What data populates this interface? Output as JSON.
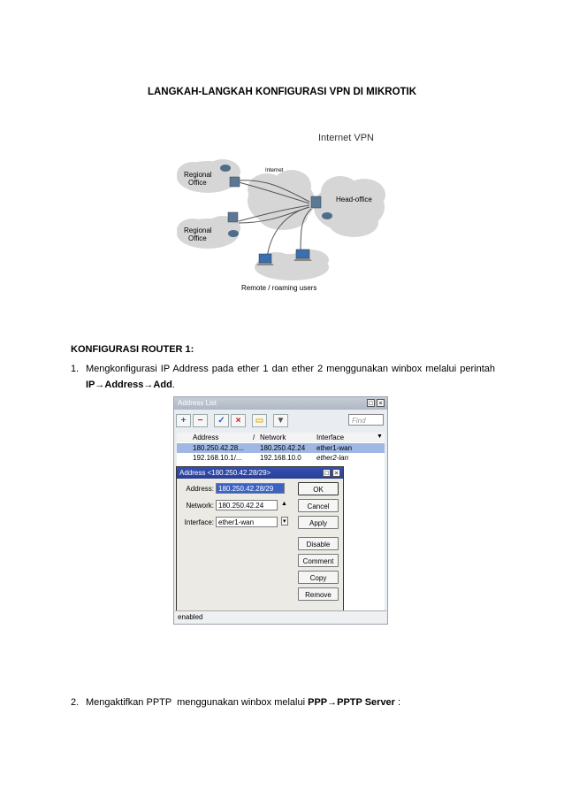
{
  "document": {
    "title": "LANGKAH-LANGKAH KONFIGURASI VPN DI MIKROTIK",
    "section_heading": "KONFIGURASI ROUTER 1:",
    "step1": {
      "number": "1.",
      "text": "Mengkonfigurasi IP Address pada ether 1 dan ether 2 menggunakan winbox melalui perintah",
      "path": "IP→Address→Add",
      "path_suffix": "."
    },
    "step2": {
      "number": "2.",
      "text": "Mengaktifkan PPTP  menggunakan winbox melalui ",
      "path": "PPP→PPTP Server",
      "path_suffix": " :"
    }
  },
  "diagram": {
    "title": "Internet VPN",
    "internet_label": "Internet",
    "regional_office_1": [
      "Regional",
      "Office"
    ],
    "regional_office_2": [
      "Regional",
      "Office"
    ],
    "head_office": "Head-office",
    "remote_users": "Remote / roaming users"
  },
  "winbox": {
    "window_title": "Address List",
    "find_placeholder": "Find",
    "columns": [
      "Address",
      "/",
      "Network",
      "Interface"
    ],
    "rows": [
      {
        "address": "180.250.42.28...",
        "network": "180.250.42.24",
        "interface": "ether1-wan",
        "selected": true
      },
      {
        "address": "192.168.10.1/...",
        "network": "192.168.10.0",
        "interface": "ether2-lan",
        "selected": false
      }
    ],
    "status": "enabled",
    "dialog": {
      "title": "Address <180.250.42.28/29>",
      "address_label": "Address:",
      "address_value": "180.250.42.28/29",
      "network_label": "Network:",
      "network_value": "180.250.42.24",
      "interface_label": "Interface:",
      "interface_value": "ether1-wan",
      "buttons": [
        "OK",
        "Cancel",
        "Apply",
        "Disable",
        "Comment",
        "Copy",
        "Remove"
      ]
    }
  }
}
